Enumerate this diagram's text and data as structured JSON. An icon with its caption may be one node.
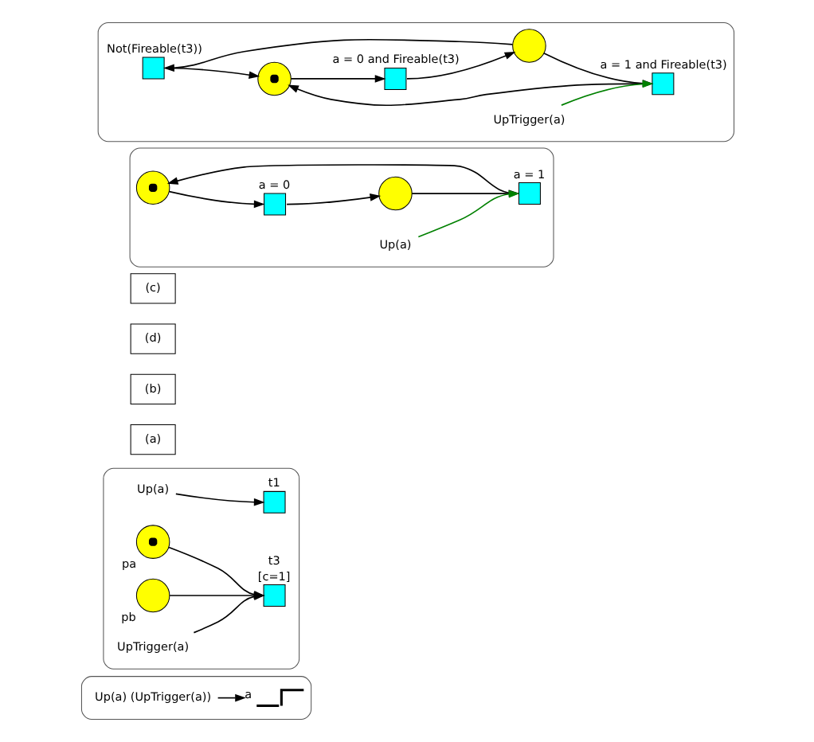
{
  "diagram": {
    "nodes": [
      {
        "text": [],
        "shape": "box"
      },
      {
        "text": [
          "a"
        ],
        "in": 0
      },
      {
        "text": [
          "Up(a) (UpTrigger(a))"
        ],
        "in": 0
      },
      {
        "text": [],
        "shape": "box"
      },
      {
        "text": [
          "Up(a)"
        ],
        "in": 3
      },
      {
        "text": [],
        "shape": "box",
        "beside": [
          "t1"
        ],
        "in": 3
      },
      {
        "text": [],
        "shape": "token",
        "beside": [
          "pa"
        ],
        "in": 3
      },
      {
        "text": [],
        "shape": "circle",
        "beside": [
          "pb"
        ],
        "in": 3
      },
      {
        "text": [
          "UpTrigger(a)"
        ],
        "in": 3
      },
      {
        "text": [],
        "shape": "box",
        "beside": [
          "t3",
          "[c=1]"
        ],
        "in": 3
      },
      {
        "text": [
          "(a)"
        ]
      },
      {
        "text": [
          "(b)"
        ]
      },
      {
        "text": [
          "(d)"
        ]
      },
      {
        "text": [
          "(c)"
        ]
      },
      {
        "text": [],
        "shape": "box"
      },
      {
        "text": [],
        "shape": "token",
        "in": 14
      },
      {
        "text": [],
        "shape": "box",
        "beside": [
          "a = 0"
        ],
        "in": 14
      },
      {
        "text": [],
        "shape": "circle",
        "in": 14
      },
      {
        "text": [],
        "shape": "box",
        "beside": [
          "a = 1"
        ],
        "in": 14
      },
      {
        "text": [
          "Up(a)"
        ],
        "in": 14
      },
      {
        "text": [],
        "shape": "box"
      },
      {
        "text": [],
        "shape": "box",
        "beside": [
          "Not(Fireable(t3))"
        ],
        "in": 20
      },
      {
        "text": [],
        "shape": "token",
        "in": 20
      },
      {
        "text": [],
        "shape": "box",
        "beside": [
          "a = 0 and Fireable(t3)"
        ],
        "in": 20
      },
      {
        "text": [],
        "shape": "circle",
        "in": 20
      },
      {
        "text": [],
        "shape": "box",
        "beside": [
          "a = 1 and Fireable(t3)"
        ],
        "in": 20
      },
      {
        "text": [
          "UpTrigger(a)"
        ],
        "in": 20
      }
    ],
    "edges": [
      {
        "from": 2,
        "to": 1,
        "arrow": "to"
      },
      {
        "from": 4,
        "to": 5,
        "arrow": "to"
      },
      {
        "from": 6,
        "to": 9,
        "arrow": "to"
      },
      {
        "from": 7,
        "to": 9,
        "arrow": "to"
      },
      {
        "from": 8,
        "to": 9,
        "arrow": "to"
      },
      {
        "from": 15,
        "to": 16,
        "arrow": "to"
      },
      {
        "from": 16,
        "to": 17,
        "arrow": "to"
      },
      {
        "from": 17,
        "to": 18,
        "arrow": "to"
      },
      {
        "from": 18,
        "to": 15,
        "arrow": "to"
      },
      {
        "from": 19,
        "to": 18,
        "arrow": "to",
        "color": "#008000"
      },
      {
        "from": 24,
        "to": 21,
        "arrow": "to"
      },
      {
        "from": 21,
        "to": 22,
        "arrow": "to"
      },
      {
        "from": 22,
        "to": 23,
        "arrow": "to"
      },
      {
        "from": 23,
        "to": 24,
        "arrow": "to"
      },
      {
        "from": 24,
        "to": 25,
        "arrow": "to"
      },
      {
        "from": 25,
        "to": 22,
        "arrow": "to"
      },
      {
        "from": 26,
        "to": 25,
        "arrow": "to",
        "color": "#008000"
      }
    ]
  }
}
